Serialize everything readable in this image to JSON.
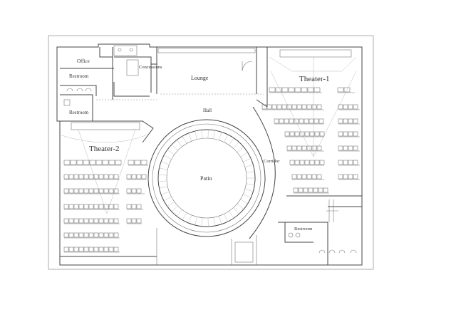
{
  "plan": {
    "rooms": {
      "office": "Office",
      "restroom_upper": "Restroom",
      "restroom_lower": "Restroom",
      "concessions": "Concessions",
      "lounge": "Lounge",
      "hall": "Hall",
      "theater1": "Theater-1",
      "theater2": "Theater-2",
      "patio": "Patio",
      "corridor": "Corridor",
      "restroom_right": "Restroom"
    },
    "colors": {
      "wall": "#444444",
      "detail": "#777777",
      "background": "#ffffff"
    }
  }
}
